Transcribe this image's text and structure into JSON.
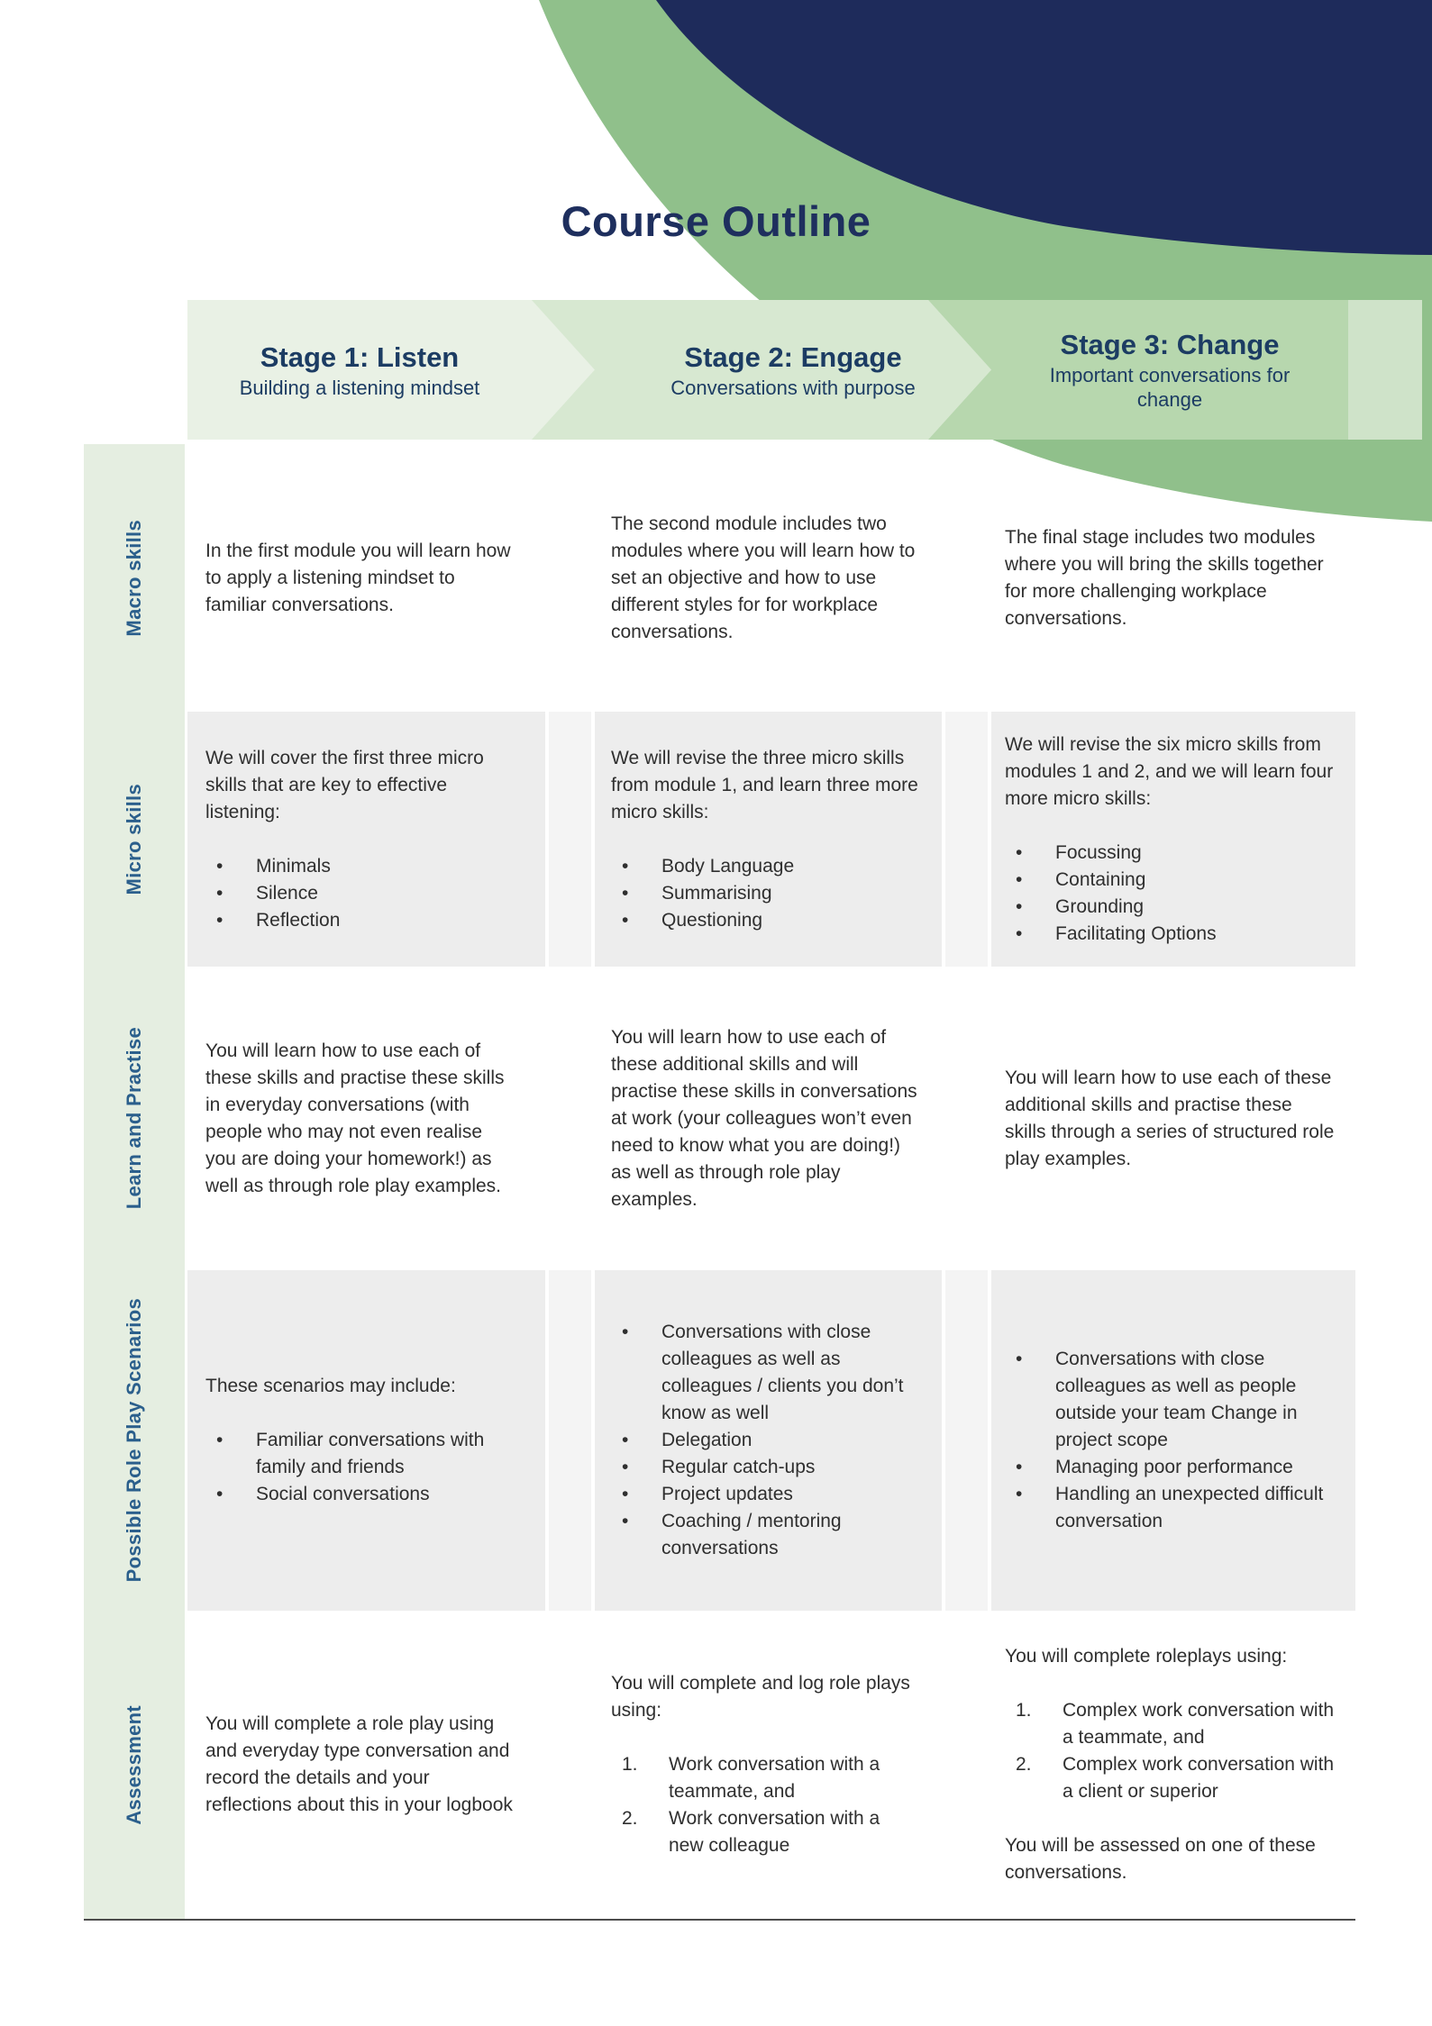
{
  "page": {
    "title": "Course Outline"
  },
  "colors": {
    "navy_dark": "#1e2f5e",
    "heading_navy": "#1c3c63",
    "label_blue": "#2b5f8c",
    "corner_green": "#90c08b",
    "band_backing_green": "#cfe3c9",
    "stage1_green": "#e9f1e5",
    "stage2_green": "#d7e8d1",
    "stage3_green": "#b7d7ae",
    "label_column_green": "#e5eee1",
    "shaded_cell_gray": "#ededed",
    "body_text": "#2f2f2f"
  },
  "stages": [
    {
      "title": "Stage 1: Listen",
      "subtitle": "Building a listening mindset"
    },
    {
      "title": "Stage 2: Engage",
      "subtitle": "Conversations with purpose"
    },
    {
      "title": "Stage 3: Change",
      "subtitle": "Important conversations for change"
    }
  ],
  "rows": [
    {
      "label": "Macro skills",
      "shaded": false,
      "cells": [
        {
          "intro": "In the first module you will learn how to apply a listening mindset to familiar conversations."
        },
        {
          "intro": "The second module includes two modules where you will learn how to set an objective and how to use different styles for for workplace conversations."
        },
        {
          "intro": "The final stage includes two modules where you will bring the skills together for more challenging workplace conversations."
        }
      ]
    },
    {
      "label": "Micro skills",
      "shaded": true,
      "cells": [
        {
          "intro": "We will cover the first three micro skills that are key to effective listening:",
          "bullets": [
            "Minimals",
            "Silence",
            "Reflection"
          ]
        },
        {
          "intro": "We will revise the three micro skills from module 1, and learn three more micro skills:",
          "bullets": [
            "Body Language",
            "Summarising",
            "Questioning"
          ]
        },
        {
          "intro": "We will revise the six micro skills from modules 1 and 2, and we will learn four more micro skills:",
          "bullets": [
            "Focussing",
            "Containing",
            "Grounding",
            "Facilitating Options"
          ]
        }
      ]
    },
    {
      "label": "Learn and Practise",
      "shaded": false,
      "cells": [
        {
          "intro": "You will learn how to use each of these skills and practise these skills in everyday conversations (with people who may not even realise you are doing your homework!) as well as through role play examples."
        },
        {
          "intro": "You will learn how to use each of these additional skills and will practise these skills in conversations at work (your colleagues won’t even need to know what you are doing!) as well as through role play examples."
        },
        {
          "intro": "You will learn how to use each of these additional skills and practise these skills through a series of structured role play examples."
        }
      ]
    },
    {
      "label": "Possible Role Play Scenarios",
      "shaded": true,
      "cells": [
        {
          "intro": "These scenarios may include:",
          "bullets": [
            "Familiar conversations with family and friends",
            "Social conversations"
          ]
        },
        {
          "bullets": [
            "Conversations with close colleagues as well as colleagues / clients you don’t know as well",
            "Delegation",
            "Regular catch-ups",
            "Project updates",
            "Coaching / mentoring conversations"
          ]
        },
        {
          "bullets": [
            "Conversations with close colleagues as well as people outside your team Change in project scope",
            "Managing poor performance",
            "Handling an unexpected difficult conversation"
          ]
        }
      ]
    },
    {
      "label": "Assessment",
      "shaded": false,
      "cells": [
        {
          "intro": "You will complete a role play using and everyday type conversation and record the details and your reflections about this in your logbook"
        },
        {
          "intro": "You will complete and log role plays using:",
          "numbered": [
            "Work conversation with a teammate, and",
            "Work conversation with a new colleague"
          ]
        },
        {
          "intro": "You will complete roleplays using:",
          "numbered": [
            "Complex work conversation with a teammate, and",
            "Complex work conversation with a client or superior"
          ],
          "outro": "You will be assessed on one of these conversations."
        }
      ]
    }
  ]
}
